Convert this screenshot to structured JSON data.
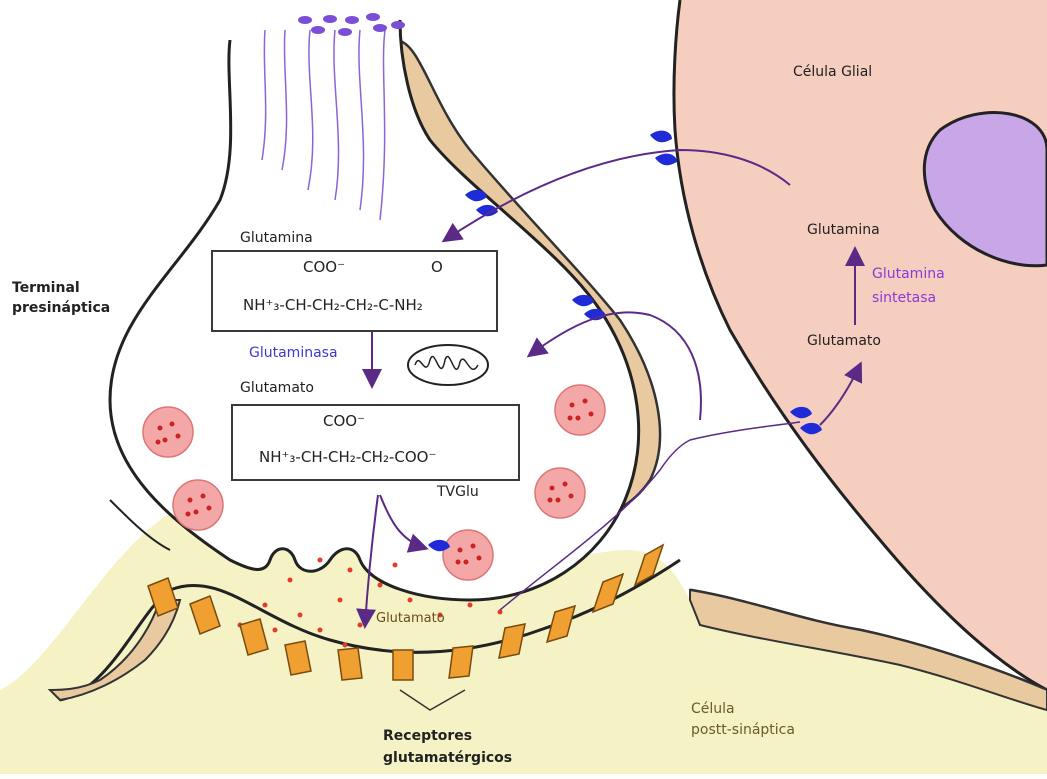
{
  "labels": {
    "terminal_presinaptica_1": "Terminal",
    "terminal_presinaptica_2": "presináptica",
    "celula_glial": "Célula Glial",
    "glutamina_top": "Glutamina",
    "glutaminasa": "Glutaminasa",
    "glutamato_top": "Glutamato",
    "tvglu": "TVGlu",
    "glutamato_cleft": "Glutamato",
    "receptores_1": "Receptores",
    "receptores_2": "glutamatérgicos",
    "celula_post_1": "Célula",
    "celula_post_2": "postt-sináptica",
    "glial_glutamina": "Glutamina",
    "glutamina_sintetasa_1": "Glutamina",
    "glutamina_sintetasa_2": "sintetasa",
    "glial_glutamato": "Glutamato"
  },
  "formulas": {
    "glutamina_coo": "COO⁻",
    "glutamina_o": "O",
    "glutamina_chain": "NH⁺₃-CH-CH₂-CH₂-C-NH₂",
    "glutamato_coo": "COO⁻",
    "glutamato_chain": "NH⁺₃-CH-CH₂-CH₂-COO⁻"
  },
  "colors": {
    "membrane": "#e8c9a0",
    "glial": "#f3c6b4",
    "post": "#f2f0b8",
    "arrow": "#5b2a86",
    "enzyme_text": "#3b3bd1",
    "transporter": "#1e2bd6",
    "vesicle": "#f4a7a7",
    "receptor": "#f0a030"
  }
}
